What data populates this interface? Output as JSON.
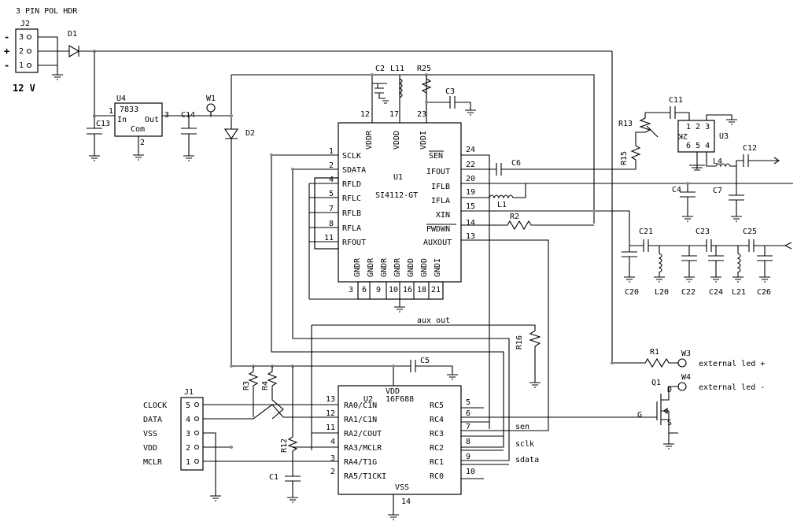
{
  "header": {
    "connector_label": "3 PIN POL HDR",
    "voltage": "12 V"
  },
  "j2": {
    "ref": "J2",
    "pins": [
      "3",
      "2",
      "1"
    ],
    "polarity": [
      "-",
      "+",
      "-"
    ]
  },
  "d1": {
    "ref": "D1"
  },
  "d2": {
    "ref": "D2"
  },
  "u4": {
    "ref": "U4",
    "part": "7833",
    "in": "In",
    "out": "Out",
    "com": "Com",
    "pin_in": "1",
    "pin_out": "3",
    "pin_com": "2"
  },
  "caps": {
    "c13": "C13",
    "c14": "C14",
    "c1": "C1",
    "c2": "C2",
    "c3": "C3",
    "c5": "C5",
    "c6": "C6",
    "c11": "C11",
    "c12": "C12",
    "c4": "C4",
    "c7": "C7",
    "c20": "C20",
    "c21": "C21",
    "c22": "C22",
    "c23": "C23",
    "c24": "C24",
    "c25": "C25",
    "c26": "C26"
  },
  "inductors": {
    "l11": "L11",
    "l1": "L1",
    "l4": "L4",
    "l20": "L20",
    "l21": "L21"
  },
  "resistors": {
    "r25": "R25",
    "r13": "R13",
    "r15": "R15",
    "r2": "R2",
    "r16": "R16",
    "r1": "R1",
    "r3": "R3",
    "r4": "R4",
    "r12": "R12"
  },
  "testpoints": {
    "w1": "W1",
    "w3": "W3",
    "w4": "W4"
  },
  "u1": {
    "ref": "U1",
    "part": "SI4112-GT",
    "top_pins": [
      {
        "num": "12",
        "name": "VDDR"
      },
      {
        "num": "17",
        "name": "VDDD"
      },
      {
        "num": "23",
        "name": "VDDI"
      }
    ],
    "left_pins": [
      {
        "num": "1",
        "name": "SCLK"
      },
      {
        "num": "2",
        "name": "SDATA"
      },
      {
        "num": "4",
        "name": "RFLD"
      },
      {
        "num": "5",
        "name": "RFLC"
      },
      {
        "num": "7",
        "name": "RFLB"
      },
      {
        "num": "8",
        "name": "RFLA"
      },
      {
        "num": "11",
        "name": "RFOUT"
      }
    ],
    "right_pins": [
      {
        "num": "24",
        "name": "SEN"
      },
      {
        "num": "22",
        "name": "IFOUT"
      },
      {
        "num": "20",
        "name": "IFLB"
      },
      {
        "num": "19",
        "name": "IFLA"
      },
      {
        "num": "15",
        "name": ""
      },
      {
        "num": "14",
        "name": "XIN"
      },
      {
        "num": "",
        "name": "PWDWN"
      },
      {
        "num": "13",
        "name": "AUXOUT"
      }
    ],
    "bottom_pins": [
      {
        "num": "3",
        "name": "GNDR"
      },
      {
        "num": "6",
        "name": "GNDR"
      },
      {
        "num": "9",
        "name": "GNDR"
      },
      {
        "num": "10",
        "name": "GNDR"
      },
      {
        "num": "16",
        "name": "GNDD"
      },
      {
        "num": "18",
        "name": "GNDD"
      },
      {
        "num": "21",
        "name": "GNDI"
      }
    ]
  },
  "u3": {
    "ref": "U3",
    "top": "1 2 3",
    "mid": "2K",
    "bottom": "6 5 4"
  },
  "u2": {
    "ref": "U2",
    "part": "16F688",
    "vdd": "VDD",
    "vss": "VSS",
    "vss_pin": "14",
    "left_pins": [
      {
        "num": "13",
        "name": "RA0/C1N"
      },
      {
        "num": "12",
        "name": "RA1/C1N"
      },
      {
        "num": "11",
        "name": "RA2/COUT"
      },
      {
        "num": "4",
        "name": "RA3/MCLR"
      },
      {
        "num": "3",
        "name": "RA4/T1G"
      },
      {
        "num": "2",
        "name": "RA5/T1CKI"
      }
    ],
    "right_pins": [
      {
        "num": "5",
        "name": "RC5"
      },
      {
        "num": "6",
        "name": "RC4"
      },
      {
        "num": "7",
        "name": "RC3"
      },
      {
        "num": "8",
        "name": "RC2"
      },
      {
        "num": "9",
        "name": "RC1"
      },
      {
        "num": "10",
        "name": "RC0"
      }
    ]
  },
  "j1": {
    "ref": "J1",
    "pins": [
      {
        "num": "5",
        "name": "CLOCK"
      },
      {
        "num": "4",
        "name": "DATA"
      },
      {
        "num": "3",
        "name": "VSS"
      },
      {
        "num": "2",
        "name": "VDD"
      },
      {
        "num": "1",
        "name": "MCLR"
      }
    ]
  },
  "q1": {
    "ref": "Q1",
    "d": "D",
    "g": "G",
    "s": "S"
  },
  "nets": {
    "aux_out": "aux out",
    "sen": "sen",
    "sclk": "sclk",
    "sdata": "sdata",
    "led_plus": "external led +",
    "led_minus": "external led -"
  }
}
